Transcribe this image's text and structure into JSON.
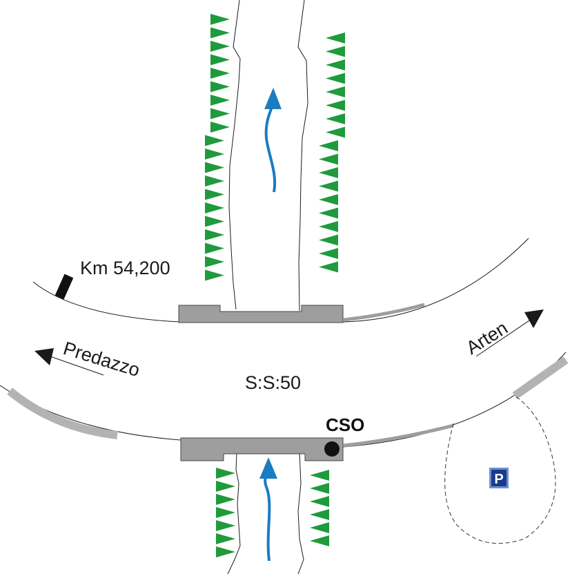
{
  "labels": {
    "km_marker": "Km 54,200",
    "road_name": "S:S:50",
    "direction_west": "Predazzo",
    "direction_east": "Arten",
    "station": "CSO",
    "parking": "P"
  },
  "colors": {
    "road_edge": "#1a1a1a",
    "bridge": "#9e9e9e",
    "bridge_stroke": "#444444",
    "vegetation": "#1f9a3c",
    "water_flow": "#1a7cc2",
    "parking_bg": "#1b3a8c",
    "parking_border": "#6f8fd0"
  },
  "icons": {
    "flow_arrow": "water-flow-arrow-icon",
    "vegetation": "vegetation-triangle-icon",
    "parking": "parking-sign-icon",
    "km_marker": "km-marker-post-icon",
    "station": "monitoring-station-dot-icon"
  }
}
